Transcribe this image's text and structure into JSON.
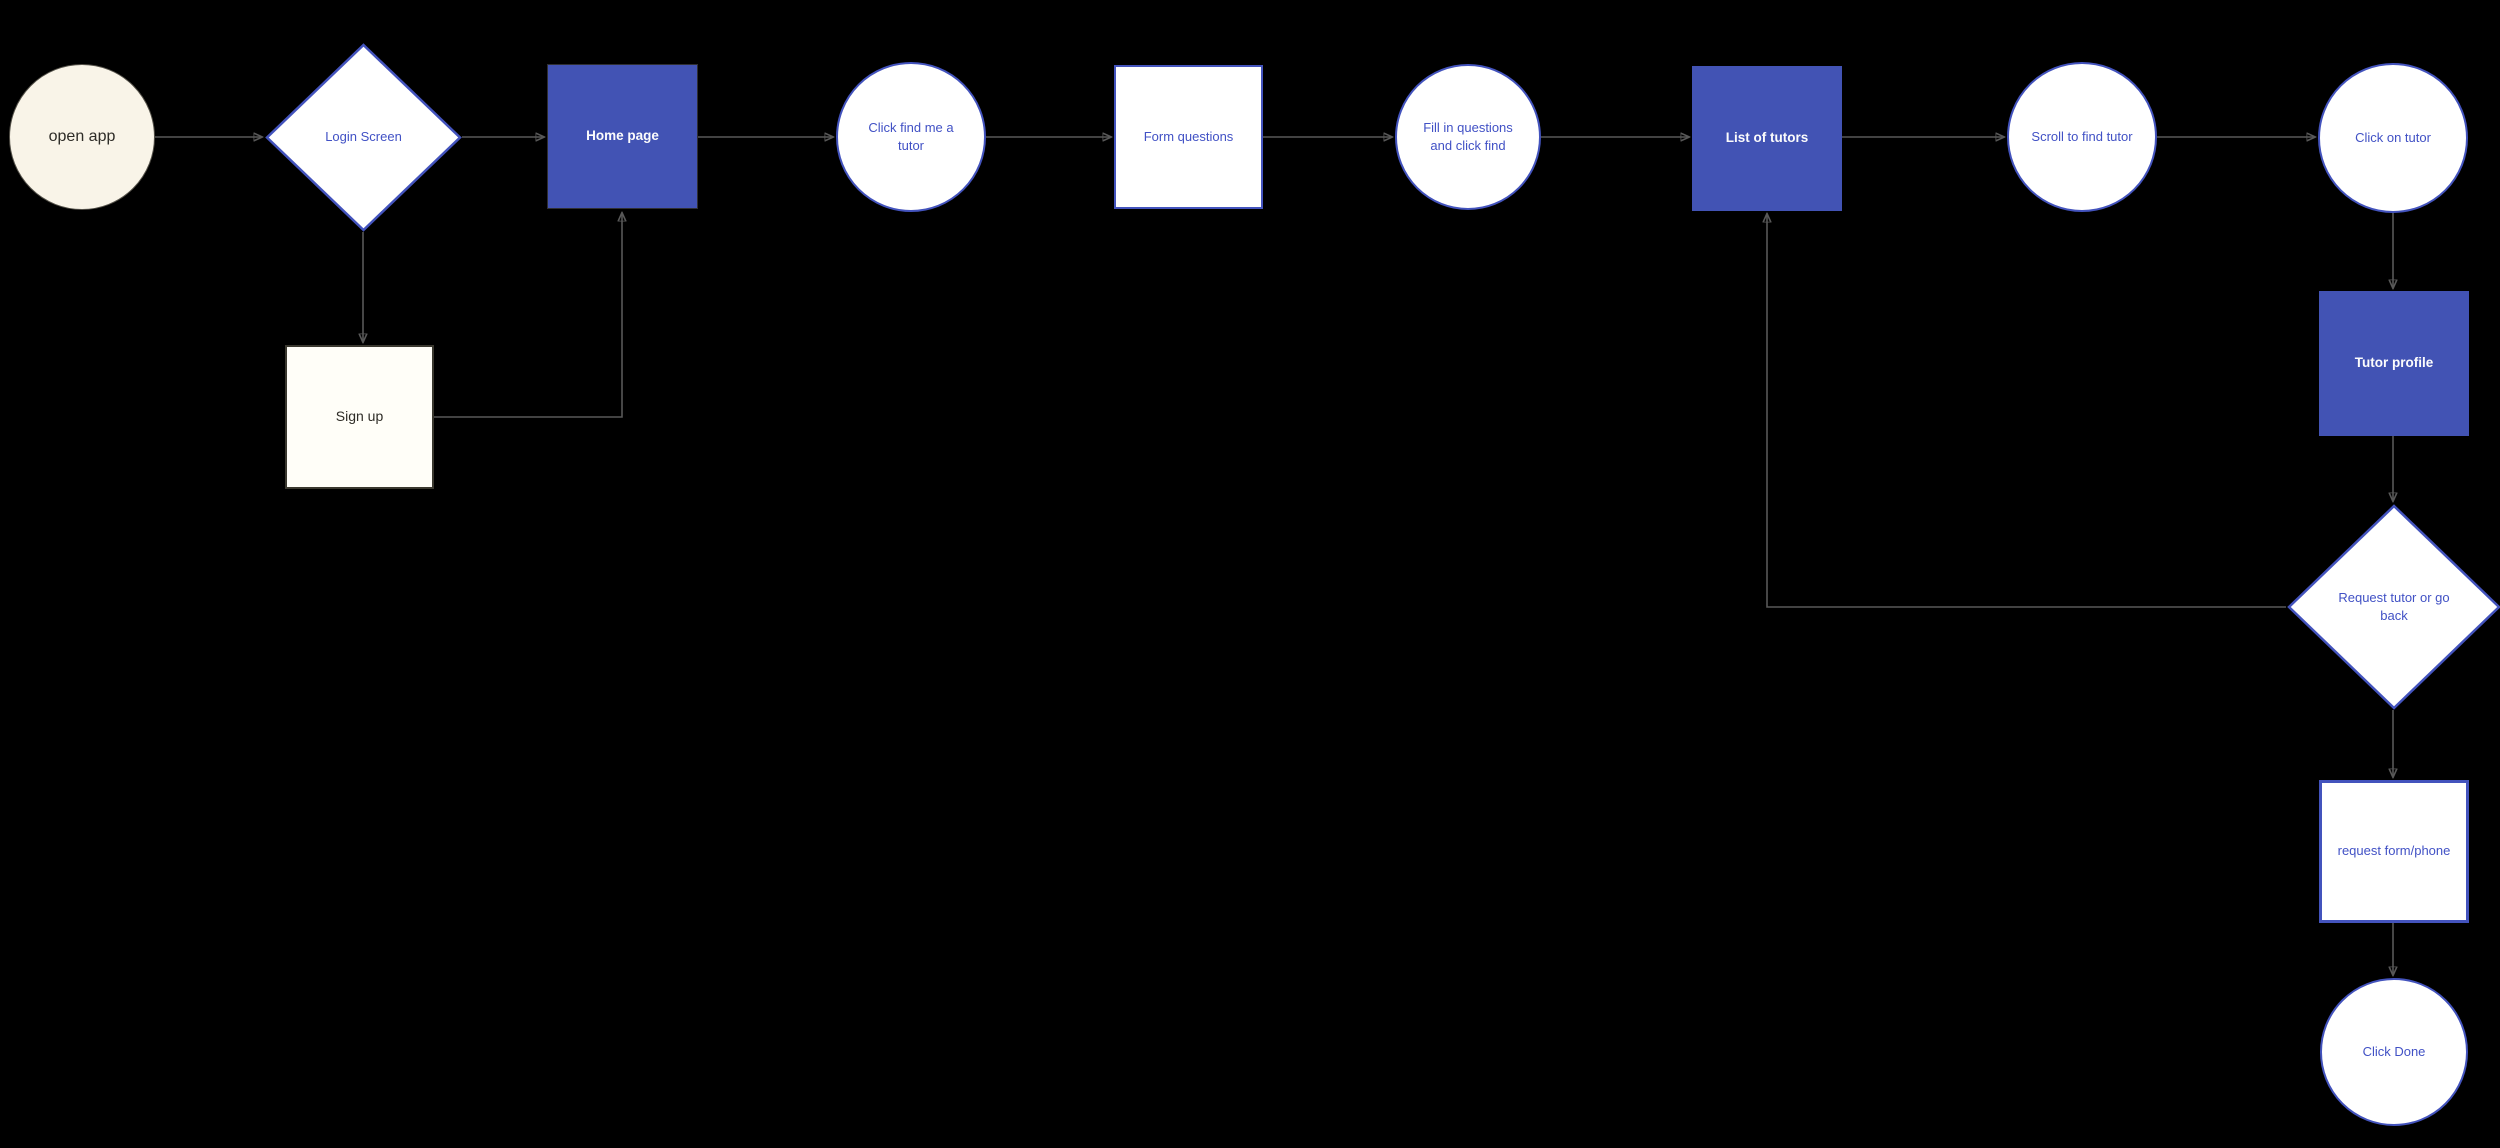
{
  "app": {
    "description": "Flowchart of a tutoring app user flow on a black canvas"
  },
  "colors": {
    "bg": "#000000",
    "blue_fill": "#4253b4",
    "blue_outline": "#4353bd",
    "blue_text": "#4151c5",
    "white_text": "#fcfcfc",
    "cream_fill": "#f9f4e8",
    "cream_border": "#55524a",
    "signup_fill": "#fffef8",
    "signup_border": "#3a382f",
    "dark_frame": "#2f2f33",
    "dark_text": "#2e2c27",
    "connector": "#585858"
  },
  "nodes": {
    "open_app": {
      "label": "open app",
      "shape": "circle"
    },
    "login_screen": {
      "label": "Login Screen",
      "shape": "diamond"
    },
    "sign_up": {
      "label": "Sign up",
      "shape": "square"
    },
    "home_page": {
      "label": "Home page",
      "shape": "square"
    },
    "click_find_tutor": {
      "label": "Click find me a tutor",
      "shape": "circle"
    },
    "form_questions": {
      "label": "Form questions",
      "shape": "square"
    },
    "fill_in_questions": {
      "label": "Fill in questions and click find",
      "shape": "circle"
    },
    "list_of_tutors": {
      "label": "List of tutors",
      "shape": "square"
    },
    "scroll_to_find": {
      "label": "Scroll to find tutor",
      "shape": "circle"
    },
    "click_on_tutor": {
      "label": "Click on tutor",
      "shape": "circle"
    },
    "tutor_profile": {
      "label": "Tutor profile",
      "shape": "square"
    },
    "request_or_back": {
      "label": "Request tutor or go back",
      "shape": "diamond"
    },
    "request_form": {
      "label": "request form/phone",
      "shape": "square"
    },
    "click_done": {
      "label": "Click Done",
      "shape": "circle"
    }
  },
  "connections": [
    {
      "from": "open_app",
      "to": "login_screen"
    },
    {
      "from": "login_screen",
      "to": "home_page"
    },
    {
      "from": "login_screen",
      "to": "sign_up"
    },
    {
      "from": "sign_up",
      "to": "home_page"
    },
    {
      "from": "home_page",
      "to": "click_find_tutor"
    },
    {
      "from": "click_find_tutor",
      "to": "form_questions"
    },
    {
      "from": "form_questions",
      "to": "fill_in_questions"
    },
    {
      "from": "fill_in_questions",
      "to": "list_of_tutors"
    },
    {
      "from": "list_of_tutors",
      "to": "scroll_to_find"
    },
    {
      "from": "scroll_to_find",
      "to": "click_on_tutor"
    },
    {
      "from": "click_on_tutor",
      "to": "tutor_profile"
    },
    {
      "from": "tutor_profile",
      "to": "request_or_back"
    },
    {
      "from": "request_or_back",
      "to": "request_form"
    },
    {
      "from": "request_form",
      "to": "click_done"
    },
    {
      "from": "request_or_back",
      "to": "list_of_tutors"
    }
  ]
}
